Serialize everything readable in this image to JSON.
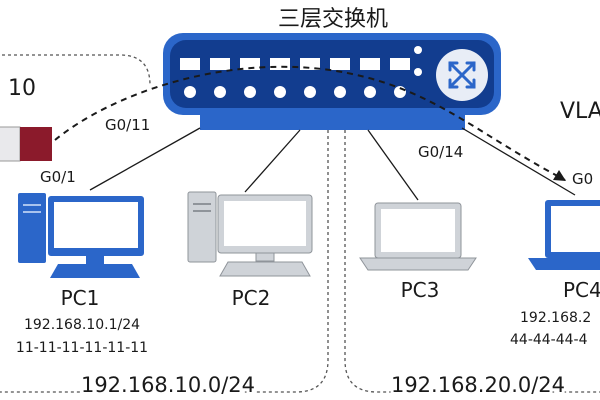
{
  "switch": {
    "label": "三层交换机",
    "body_color": "#2b66c9",
    "dark_color": "#123d8f",
    "router_icon": "arrows-cross-icon"
  },
  "vlan_left": {
    "label": "10"
  },
  "vlan_right": {
    "label": "VLA"
  },
  "ports": {
    "g0_11": "G0/11",
    "g0_14": "G0/14",
    "g0_1": "G0/1",
    "g0_right": "G0"
  },
  "devices": [
    {
      "name": "PC1",
      "ip": "192.168.10.1/24",
      "mac": "11-11-11-11-11-11",
      "type": "desktop",
      "color": "#2b66c9"
    },
    {
      "name": "PC2",
      "ip": "",
      "mac": "",
      "type": "desktop",
      "color": "#cfd3d8"
    },
    {
      "name": "PC3",
      "ip": "",
      "mac": "",
      "type": "laptop",
      "color": "#cfd3d8"
    },
    {
      "name": "PC4",
      "ip": "192.168.2",
      "mac": "44-44-44-4",
      "type": "laptop",
      "color": "#2b66c9"
    }
  ],
  "subnets": {
    "left": "192.168.10.0/24",
    "right": "192.168.20.0/24"
  },
  "colors": {
    "accent_blue": "#2b66c9",
    "gray_device": "#cfd3d8",
    "dark_red": "#8b1a2b",
    "line": "#1a1a1a"
  }
}
